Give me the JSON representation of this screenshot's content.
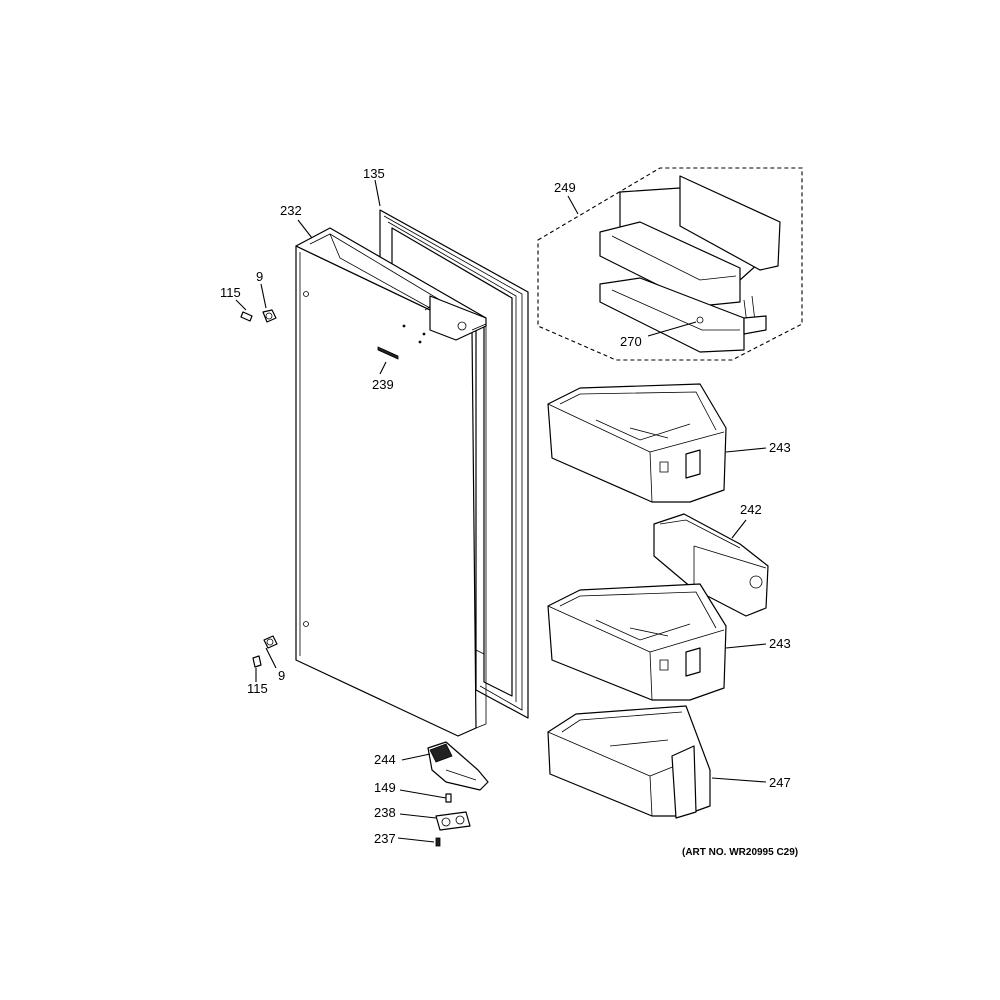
{
  "labels": {
    "l135": "135",
    "l232": "232",
    "l249": "249",
    "l9a": "9",
    "l115a": "115",
    "l239": "239",
    "l270": "270",
    "l243a": "243",
    "l242": "242",
    "l243b": "243",
    "l9b": "9",
    "l115b": "115",
    "l244": "244",
    "l149": "149",
    "l238": "238",
    "l237": "237",
    "l247": "247"
  },
  "art_number": "(ART NO. WR20995 C29)"
}
